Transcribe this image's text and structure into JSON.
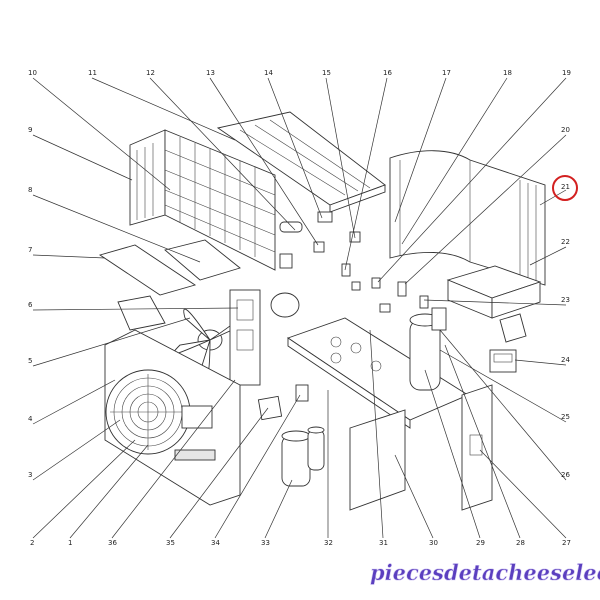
{
  "diagram": {
    "top_callouts": [
      "10",
      "11",
      "12",
      "13",
      "14",
      "15",
      "16",
      "17",
      "18",
      "19"
    ],
    "left_callouts": [
      "9",
      "8",
      "7",
      "6",
      "5",
      "4",
      "3"
    ],
    "right_callouts": [
      "20",
      "21",
      "22",
      "23",
      "24",
      "25",
      "26"
    ],
    "bottom_callouts": [
      "2",
      "1",
      "36",
      "35",
      "34",
      "33",
      "32",
      "31",
      "30",
      "29",
      "28",
      "27"
    ],
    "highlighted_callout": "21",
    "highlight_color": "#d32020"
  },
  "watermark": {
    "text": "piecesdetacheeselec.com",
    "color": "#5b3fbf"
  }
}
